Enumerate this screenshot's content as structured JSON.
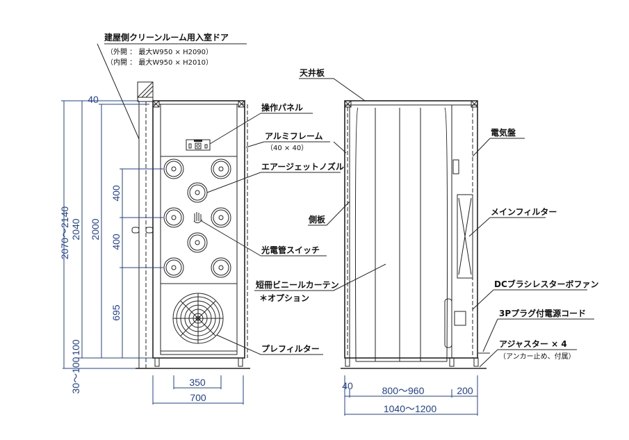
{
  "labels": {
    "door_title": "建屋側クリーンルーム用入室ドア",
    "door_outer": "（外開 ： 最大W950 × H2090）",
    "door_inner": "（内開 ： 最大W950 × H2010）",
    "control_panel": "操作パネル",
    "aluminum_frame": "アルミフレーム",
    "aluminum_frame_size": "（40 × 40）",
    "air_jet_nozzle": "エアージェットノズル",
    "photo_switch": "光電管スイッチ",
    "vinyl_curtain": "短冊ビニールカーテン",
    "option": "＊オプション",
    "prefilter": "プレフィルター",
    "ceiling_plate": "天井板",
    "side_plate": "側板",
    "electric_panel": "電気盤",
    "main_filter": "メインフィルター",
    "dc_fan": "DCブラシレスターボファン",
    "power_cord": "3Pプラグ付電源コード",
    "adjuster": "アジャスター × 4",
    "adjuster_note": "（アンカー止め、付属）"
  },
  "dimensions": {
    "total_height": "2070～2140",
    "height_2040": "2040",
    "height_2000": "2000",
    "top_40": "40",
    "nozzle_400_a": "400",
    "nozzle_400_b": "400",
    "lower_695": "695",
    "bottom_100": "100",
    "adjust_30_100": "30～100",
    "front_350": "350",
    "front_700": "700",
    "side_40": "40",
    "side_800_960": "800～960",
    "side_200": "200",
    "side_1040_1200": "1040～1200"
  },
  "colors": {
    "dimension": "#1f3f8f",
    "line": "#222222"
  }
}
